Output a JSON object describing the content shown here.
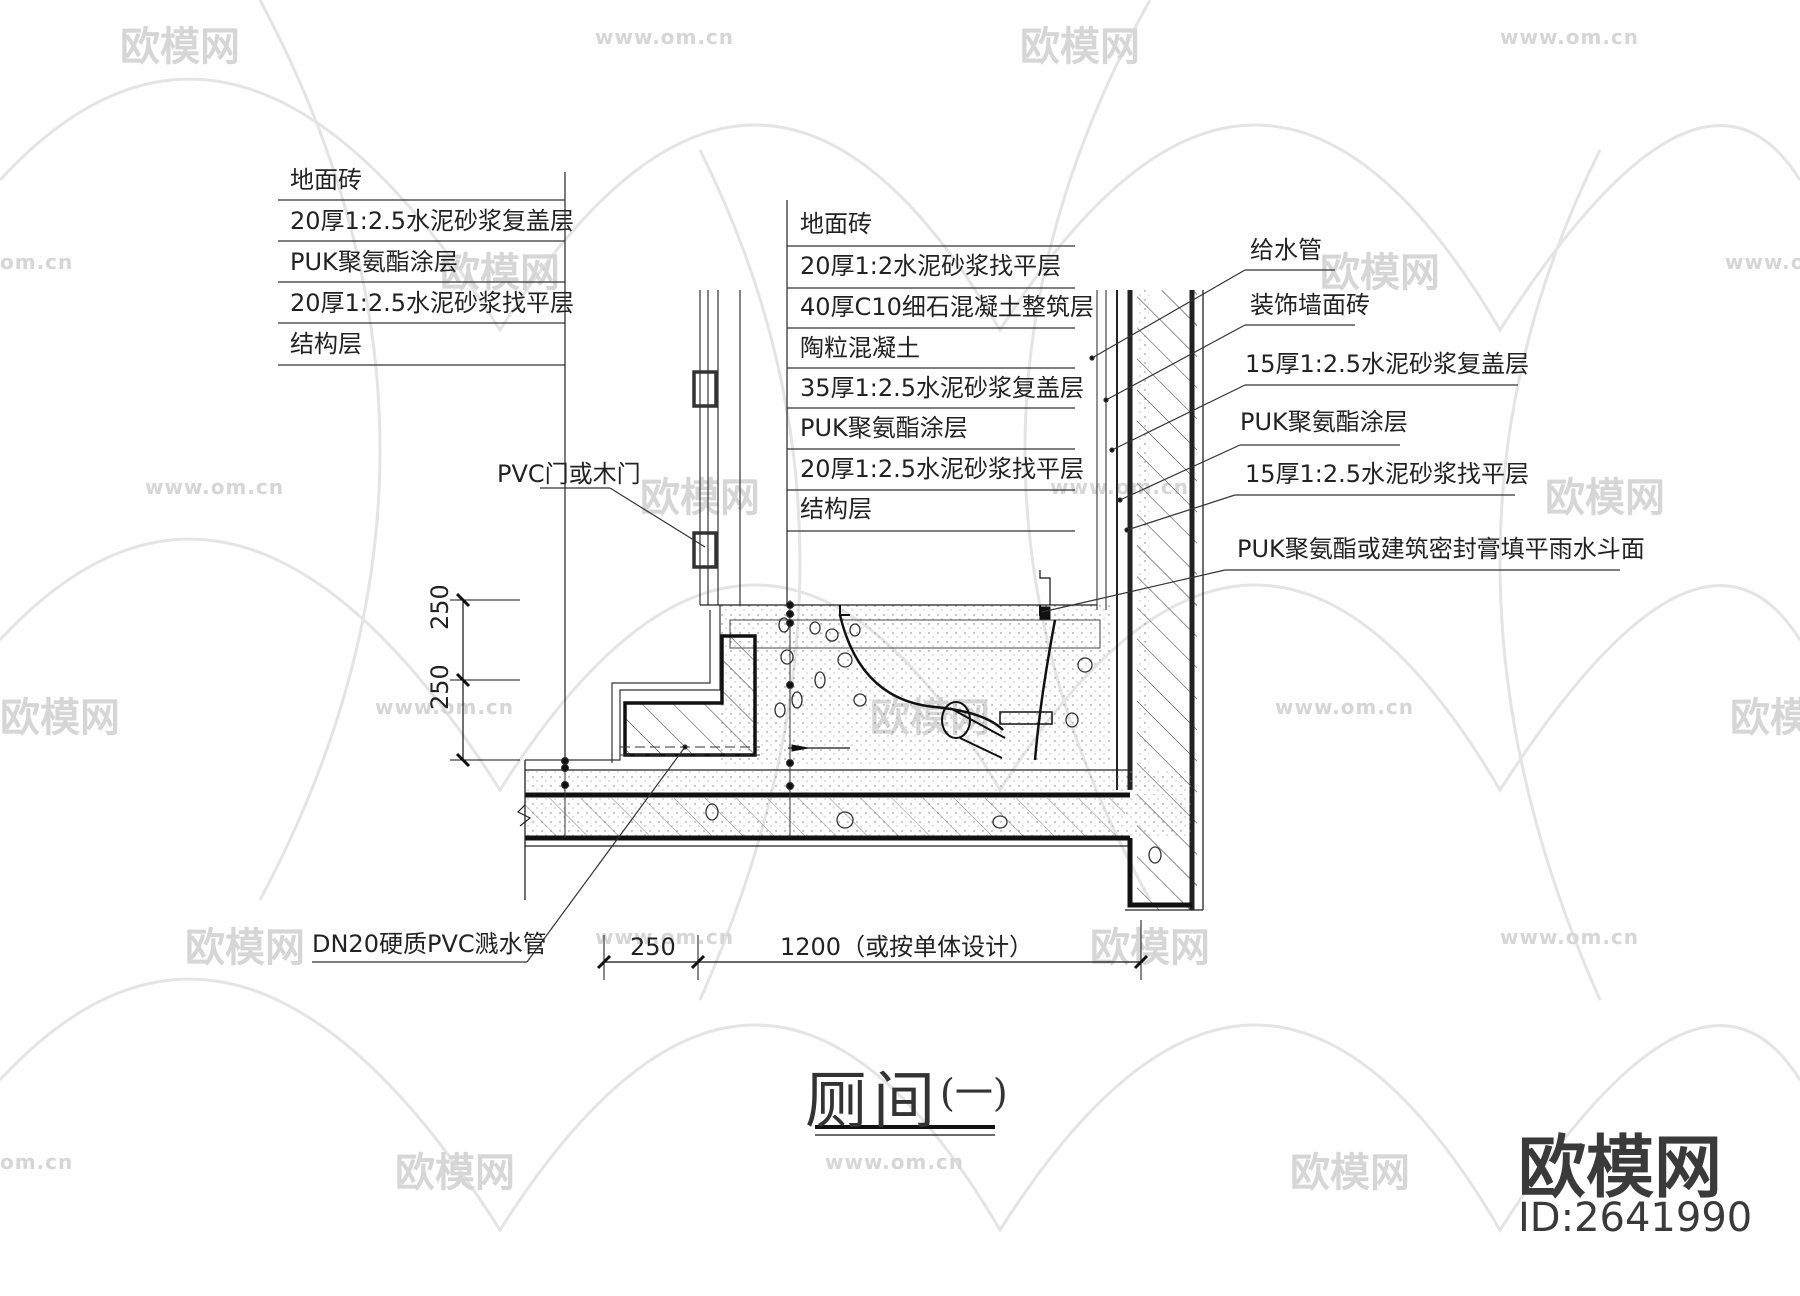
{
  "drawing": {
    "title": "厕间",
    "title_suffix": "(一)",
    "left_layers": {
      "items": [
        "地面砖",
        "20厚1:2.5水泥砂浆复盖层",
        "PUK聚氨酯涂层",
        "20厚1:2.5水泥砂浆找平层",
        "结构层"
      ]
    },
    "center_layers": {
      "items": [
        "地面砖",
        "20厚1:2水泥砂浆找平层",
        "40厚C10细石混凝土整筑层",
        "陶粒混凝土",
        "35厚1:2.5水泥砂浆复盖层",
        "PUK聚氨酯涂层",
        "20厚1:2.5水泥砂浆找平层",
        "结构层"
      ]
    },
    "right_layers": {
      "items": [
        "给水管",
        "装饰墙面砖",
        "15厚1:2.5水泥砂浆复盖层",
        "PUK聚氨酯涂层",
        "15厚1:2.5水泥砂浆找平层",
        "PUK聚氨酯或建筑密封膏填平雨水斗面"
      ]
    },
    "door_label": "PVC门或木门",
    "pipe_label": "DN20硬质PVC溅水管",
    "dimensions": {
      "vertical": [
        "250",
        "250"
      ],
      "horizontal": [
        "250",
        "1200（或按单体设计）"
      ]
    }
  },
  "watermark": {
    "brand": "欧模网",
    "url": "www.om.cn",
    "url_short": "om.cn"
  },
  "branding": {
    "name": "欧模网",
    "id": "ID:2641990"
  }
}
